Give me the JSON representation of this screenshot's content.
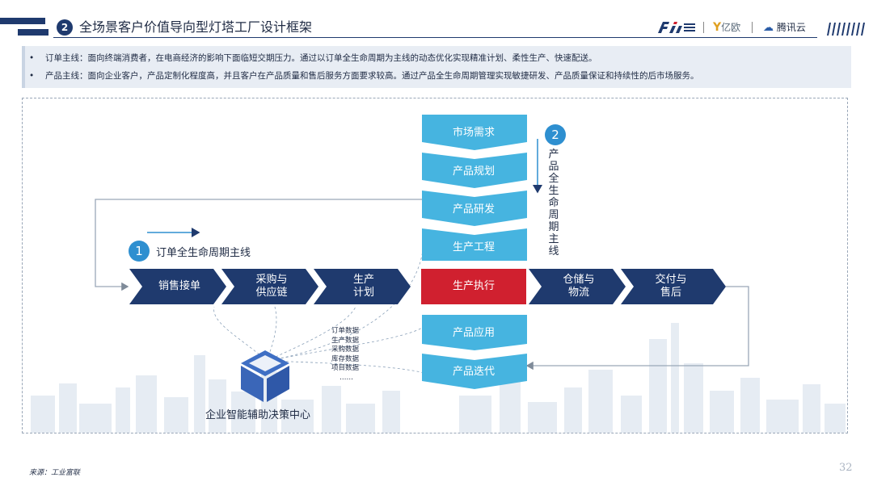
{
  "header": {
    "section_number": "2",
    "title": "全场景客户价值导向型灯塔工厂设计框架",
    "logos": {
      "fii_text": "Fii",
      "yiou": "亿欧",
      "tencent": "腾讯云"
    }
  },
  "info": {
    "items": [
      {
        "bullet": "•",
        "text": "订单主线：面向终端消费者，在电商经济的影响下面临短交期压力。通过以订单全生命周期为主线的动态优化实现精准计划、柔性生产、快速配送。"
      },
      {
        "bullet": "•",
        "text": "产品主线：面向企业客户，产品定制化程度高，并且客户在产品质量和售后服务方面要求较高。通过产品全生命周期管理实现敏捷研发、产品质量保证和持续性的后市场服务。"
      }
    ]
  },
  "diagram": {
    "order_line": {
      "number": "1",
      "label": "订单全生命周期主线",
      "steps": [
        "销售接单",
        "采购与\n供应链",
        "生产\n计划",
        "生产执行",
        "仓储与\n物流",
        "交付与\n售后"
      ]
    },
    "product_line": {
      "number": "2",
      "label": "产品全生命周期主线",
      "steps_top": [
        "市场需求",
        "产品规划",
        "产品研发",
        "生产工程"
      ],
      "steps_bottom": [
        "产品应用",
        "产品迭代"
      ]
    },
    "data_items": [
      "订单数据",
      "生产数据",
      "采购数据",
      "库存数据",
      "项目数据",
      "……"
    ],
    "center_label": "企业智能辅助决策中心"
  },
  "footer": {
    "source": "来源：工业富联",
    "page": "32"
  },
  "colors": {
    "navy": "#1f3a6e",
    "light_blue": "#46b4e0",
    "red": "#d0202f",
    "accent_blue": "#2e8fd0"
  }
}
